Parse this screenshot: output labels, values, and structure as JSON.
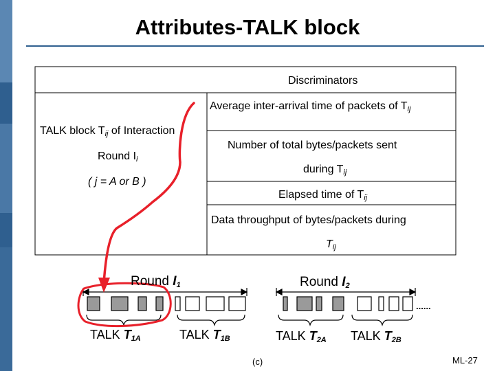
{
  "slide": {
    "title": "Attributes-TALK block",
    "page_number": "ML-27",
    "caption": "(c)"
  },
  "table": {
    "header": "Discriminators",
    "left_label": {
      "line1_prefix": "TALK block T",
      "line1_sub": "ij",
      "line1_suffix": " of Interaction",
      "line2_prefix": "Round I",
      "line2_sub": "i",
      "line3": "( j = A or B )"
    },
    "rows": [
      {
        "prefix": "Average inter-arrival time of packets of T",
        "sub": "ij"
      },
      {
        "line1": "Number of total bytes/packets sent",
        "line2_prefix": "during T",
        "line2_sub": "ij"
      },
      {
        "prefix": "Elapsed time of T",
        "sub": "ij"
      },
      {
        "line1": "Data throughput of bytes/packets during",
        "line2_prefix": "T",
        "line2_sub": "ij"
      }
    ]
  },
  "timeline": {
    "round1": {
      "prefix": "Round ",
      "italic": "I",
      "sub": "1"
    },
    "round2": {
      "prefix": "Round ",
      "italic": "I",
      "sub": "2"
    },
    "ellipsis": "......",
    "talks": [
      {
        "prefix": "TALK ",
        "italic": "T",
        "sub": "1A"
      },
      {
        "prefix": "TALK ",
        "italic": "T",
        "sub": "1B"
      },
      {
        "prefix": "TALK ",
        "italic": "T",
        "sub": "2A"
      },
      {
        "prefix": "TALK ",
        "italic": "T",
        "sub": "2B"
      }
    ]
  },
  "colors": {
    "sidebar": "#2f5f8f",
    "annotation": "#e8202a",
    "packet_fill": "#9a9a9a"
  },
  "icons": [
    "annotation-arrow-icon",
    "annotation-circle-icon",
    "brace-icon",
    "double-arrow-icon"
  ]
}
